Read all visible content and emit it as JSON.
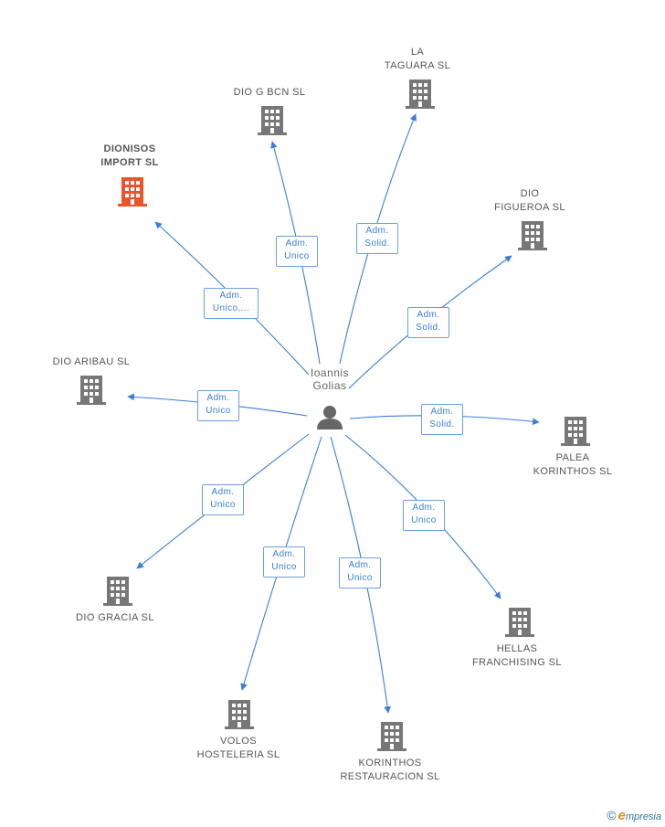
{
  "center": {
    "name_line1": "Ioannis",
    "name_line2": "Golias",
    "icon": "person-icon"
  },
  "companies": [
    {
      "id": "dionisos",
      "line1": "DIONISOS",
      "line2": "IMPORT SL",
      "highlight": true,
      "color": "#e9542b",
      "role_line1": "Adm.",
      "role_line2": "Unico,..."
    },
    {
      "id": "diog",
      "line1": "DIO G BCN  SL",
      "line2": "",
      "highlight": false,
      "color": "#777777",
      "role_line1": "Adm.",
      "role_line2": "Unico"
    },
    {
      "id": "taguara",
      "line1": "LA",
      "line2": "TAGUARA SL",
      "highlight": false,
      "color": "#777777",
      "role_line1": "Adm.",
      "role_line2": "Solid."
    },
    {
      "id": "figueroa",
      "line1": "DIO",
      "line2": "FIGUEROA SL",
      "highlight": false,
      "color": "#777777",
      "role_line1": "Adm.",
      "role_line2": "Solid."
    },
    {
      "id": "aribau",
      "line1": "DIO ARIBAU SL",
      "line2": "",
      "highlight": false,
      "color": "#777777",
      "role_line1": "Adm.",
      "role_line2": "Unico"
    },
    {
      "id": "palea",
      "line1": "PALEA",
      "line2": "KORINTHOS SL",
      "highlight": false,
      "color": "#777777",
      "role_line1": "Adm.",
      "role_line2": "Solid."
    },
    {
      "id": "gracia",
      "line1": "DIO GRACIA SL",
      "line2": "",
      "highlight": false,
      "color": "#777777",
      "role_line1": "Adm.",
      "role_line2": "Unico"
    },
    {
      "id": "hellas",
      "line1": "HELLAS",
      "line2": "FRANCHISING SL",
      "highlight": false,
      "color": "#777777",
      "role_line1": "Adm.",
      "role_line2": "Unico"
    },
    {
      "id": "volos",
      "line1": "VOLOS",
      "line2": "HOSTELERIA SL",
      "highlight": false,
      "color": "#777777",
      "role_line1": "Adm.",
      "role_line2": "Unico"
    },
    {
      "id": "korinthos",
      "line1": "KORINTHOS",
      "line2": "RESTAURACION SL",
      "highlight": false,
      "color": "#777777",
      "role_line1": "Adm.",
      "role_line2": "Unico"
    }
  ],
  "footer": {
    "copyright": "©",
    "brand_first": "e",
    "brand_rest": "mpresia"
  },
  "colors": {
    "edge": "#3a7fd5",
    "building": "#777777",
    "highlight": "#e9542b"
  }
}
